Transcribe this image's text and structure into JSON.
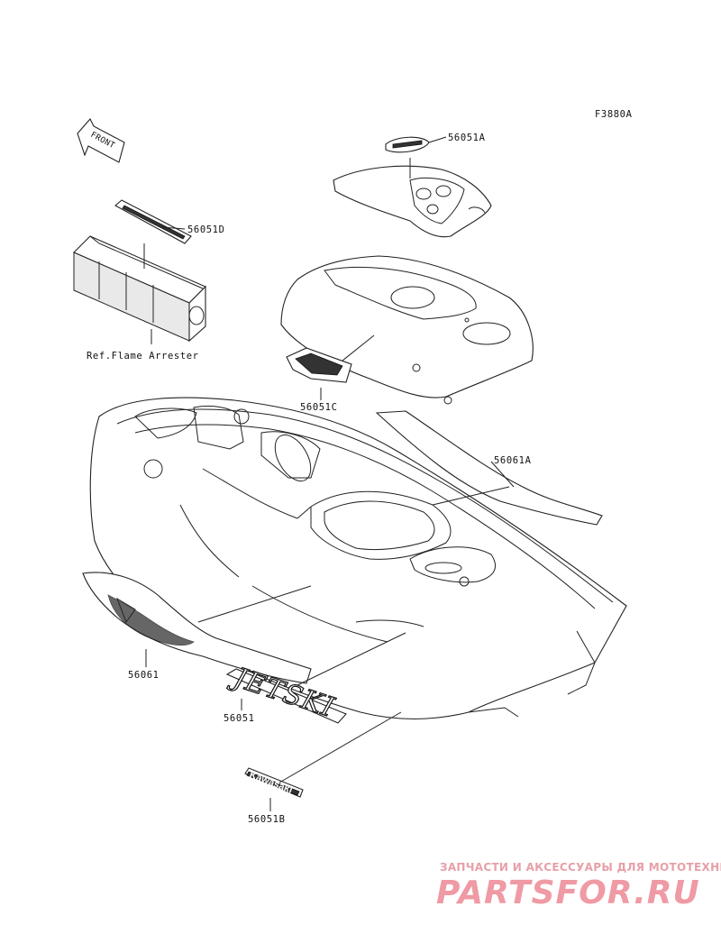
{
  "diagram_code": "F3880A",
  "front_arrow_label": "FRONT",
  "parts": {
    "label_56051A": "56051A",
    "label_56051D": "56051D",
    "label_56051C": "56051C",
    "label_56061A": "56061A",
    "label_56061": "56061",
    "label_56051": "56051",
    "label_56051B": "56051B",
    "ref_flame_arrester": "Ref.Flame Arrester"
  },
  "decals": {
    "jetski_text": "JETSKI",
    "kawasaki_text": "Kawasaki"
  },
  "watermark": {
    "subtitle": "ЗАПЧАСТИ И АКСЕССУАРЫ ДЛЯ МОТОТЕХНИКИ",
    "brand": "PARTSFOR.RU"
  },
  "colors": {
    "line": "#222222",
    "watermark": "#ef9aa4"
  }
}
